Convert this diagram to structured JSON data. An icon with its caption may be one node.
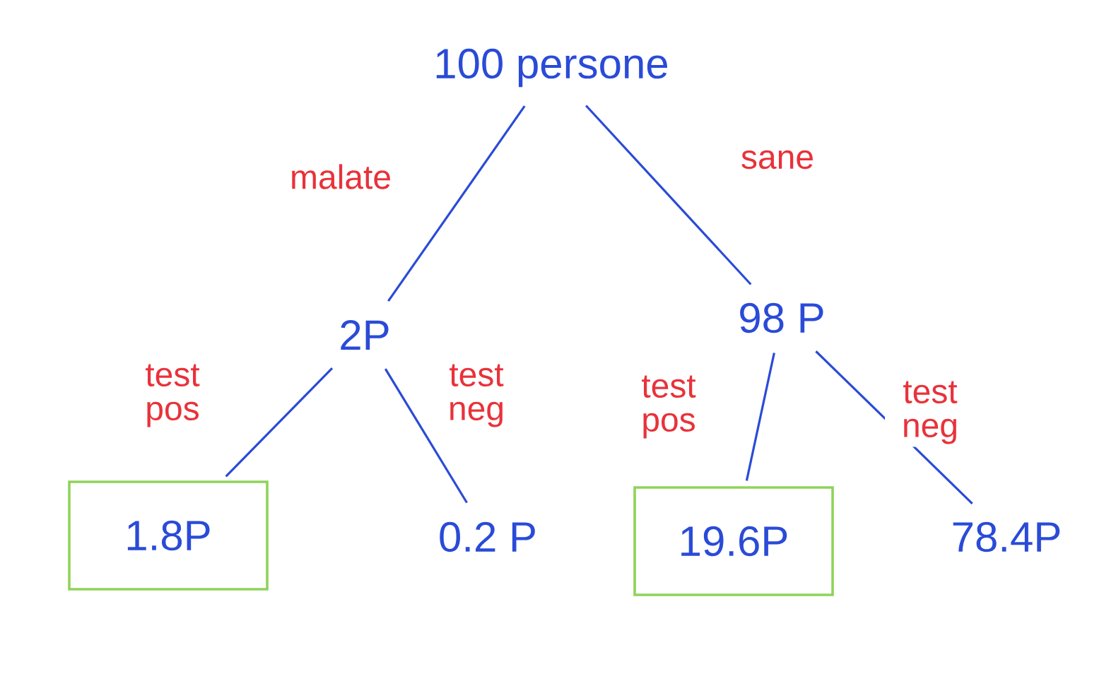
{
  "diagram": {
    "nodes": [
      {
        "text": [
          "100 persone"
        ]
      },
      {
        "text": [
          "2P"
        ]
      },
      {
        "text": [
          "98 P"
        ]
      },
      {
        "text": [
          "1.8P"
        ]
      },
      {
        "text": [
          "0.2 P"
        ]
      },
      {
        "text": [
          "19.6P"
        ]
      },
      {
        "text": [
          "78.4P"
        ]
      }
    ],
    "edges": [
      {
        "from": 0,
        "to": 1,
        "arrow": "none",
        "label": "malate"
      },
      {
        "from": 0,
        "to": 2,
        "arrow": "none",
        "label": "sane"
      },
      {
        "from": 1,
        "to": 3,
        "arrow": "none",
        "label": "test pos"
      },
      {
        "from": 1,
        "to": 4,
        "arrow": "none",
        "label": "test neg"
      },
      {
        "from": 2,
        "to": 5,
        "arrow": "none",
        "label": "test pos"
      },
      {
        "from": 2,
        "to": 6,
        "arrow": "none",
        "label": "test neg"
      }
    ]
  }
}
